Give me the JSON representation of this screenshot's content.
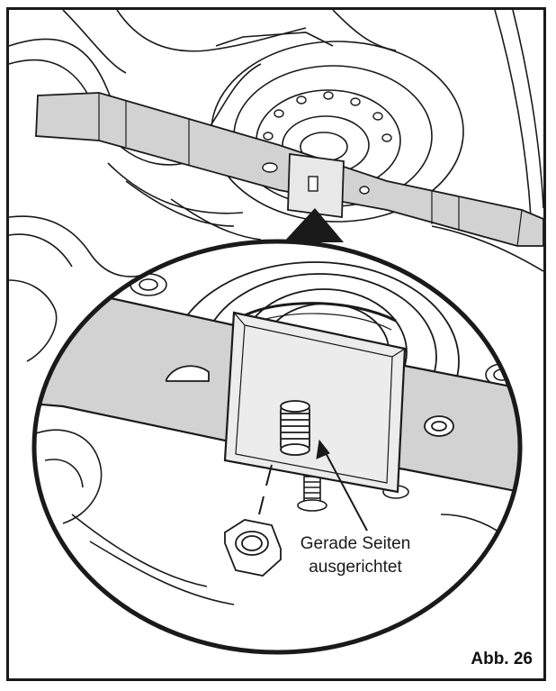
{
  "figure": {
    "label": "Abb. 26",
    "callout": {
      "line1": "Gerade Seiten",
      "line2": "ausgerichtet"
    }
  },
  "colors": {
    "line": "#1a1a1a",
    "blade": "#d2d2d2",
    "background": "#ffffff"
  }
}
